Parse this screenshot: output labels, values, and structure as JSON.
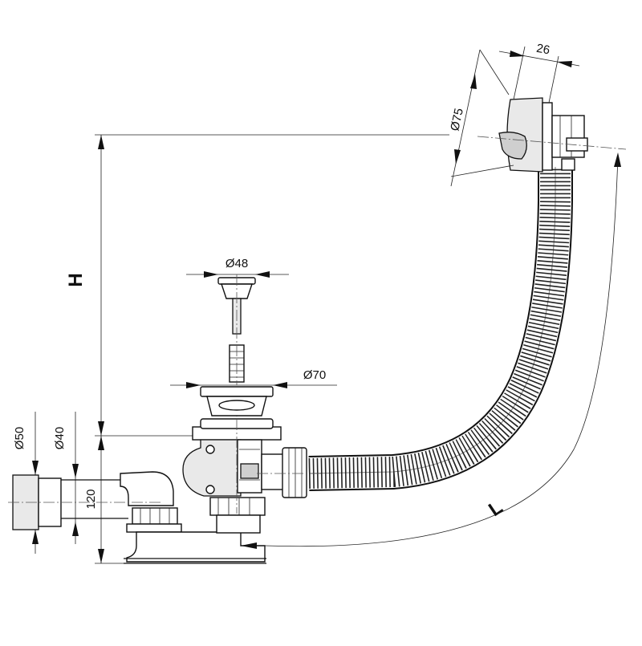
{
  "dimensions": {
    "height_label": "H",
    "length_label": "L",
    "overflow_diameter": "Ø75",
    "overflow_depth": "26",
    "plug_diameter": "Ø48",
    "waste_flange_diameter": "Ø70",
    "outlet_outer_diameter": "Ø50",
    "outlet_inner_diameter": "Ø40",
    "trap_height": "120"
  }
}
